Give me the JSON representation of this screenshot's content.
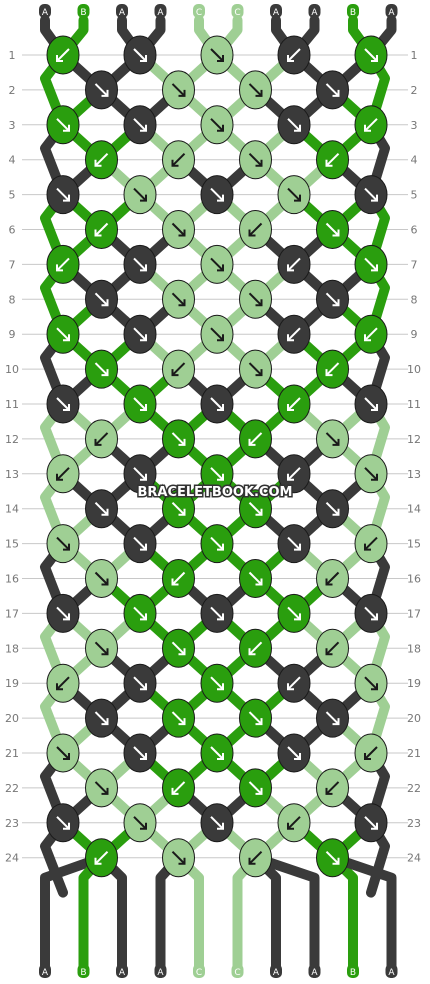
{
  "watermark": "BRACELETBOOK.COM",
  "strings": {
    "top": [
      "A",
      "B",
      "A",
      "A",
      "C",
      "C",
      "A",
      "A",
      "B",
      "A"
    ],
    "bottom": [
      "A",
      "B",
      "A",
      "A",
      "C",
      "C",
      "A",
      "A",
      "B",
      "A"
    ]
  },
  "row_labels": [
    "1",
    "2",
    "3",
    "4",
    "5",
    "6",
    "7",
    "8",
    "9",
    "10",
    "11",
    "12",
    "13",
    "14",
    "15",
    "16",
    "17",
    "18",
    "19",
    "20",
    "21",
    "22",
    "23",
    "24"
  ],
  "colors": {
    "A": "#3a3a3a",
    "B": "#2a9e0e",
    "C": "#9fcf94",
    "grid": "#c8c8c8",
    "label": "#777777",
    "watermark_text": "#ffffff",
    "watermark_outline": "#333333"
  },
  "knots": [
    [
      [
        "B",
        "dl"
      ],
      [
        "A",
        "dr"
      ],
      [
        "C",
        "dr"
      ],
      [
        "A",
        "dl"
      ],
      [
        "B",
        "dr"
      ]
    ],
    [
      [
        "A",
        "dr"
      ],
      [
        "C",
        "dr"
      ],
      [
        "C",
        "dr"
      ],
      [
        "A",
        "dr"
      ]
    ],
    [
      [
        "B",
        "dr"
      ],
      [
        "A",
        "dr"
      ],
      [
        "C",
        "dr"
      ],
      [
        "A",
        "dr"
      ],
      [
        "B",
        "dl"
      ]
    ],
    [
      [
        "B",
        "dl"
      ],
      [
        "C",
        "dl"
      ],
      [
        "C",
        "dr"
      ],
      [
        "B",
        "dl"
      ]
    ],
    [
      [
        "A",
        "dr"
      ],
      [
        "C",
        "dr"
      ],
      [
        "A",
        "dr"
      ],
      [
        "C",
        "dr"
      ],
      [
        "A",
        "dr"
      ]
    ],
    [
      [
        "B",
        "dl"
      ],
      [
        "C",
        "dr"
      ],
      [
        "C",
        "dl"
      ],
      [
        "B",
        "dr"
      ]
    ],
    [
      [
        "B",
        "dl"
      ],
      [
        "A",
        "dr"
      ],
      [
        "C",
        "dr"
      ],
      [
        "A",
        "dl"
      ],
      [
        "B",
        "dr"
      ]
    ],
    [
      [
        "A",
        "dr"
      ],
      [
        "C",
        "dr"
      ],
      [
        "C",
        "dr"
      ],
      [
        "A",
        "dr"
      ]
    ],
    [
      [
        "B",
        "dr"
      ],
      [
        "A",
        "dr"
      ],
      [
        "C",
        "dr"
      ],
      [
        "A",
        "dl"
      ],
      [
        "B",
        "dl"
      ]
    ],
    [
      [
        "B",
        "dr"
      ],
      [
        "C",
        "dl"
      ],
      [
        "C",
        "dr"
      ],
      [
        "B",
        "dl"
      ]
    ],
    [
      [
        "A",
        "dr"
      ],
      [
        "B",
        "dr"
      ],
      [
        "A",
        "dr"
      ],
      [
        "B",
        "dl"
      ],
      [
        "A",
        "dr"
      ]
    ],
    [
      [
        "C",
        "dl"
      ],
      [
        "B",
        "dr"
      ],
      [
        "B",
        "dl"
      ],
      [
        "C",
        "dr"
      ]
    ],
    [
      [
        "C",
        "dl"
      ],
      [
        "A",
        "dr"
      ],
      [
        "B",
        "dr"
      ],
      [
        "A",
        "dl"
      ],
      [
        "C",
        "dr"
      ]
    ],
    [
      [
        "A",
        "dr"
      ],
      [
        "B",
        "dr"
      ],
      [
        "B",
        "dr"
      ],
      [
        "A",
        "dr"
      ]
    ],
    [
      [
        "C",
        "dr"
      ],
      [
        "A",
        "dr"
      ],
      [
        "B",
        "dr"
      ],
      [
        "A",
        "dr"
      ],
      [
        "C",
        "dl"
      ]
    ],
    [
      [
        "C",
        "dr"
      ],
      [
        "B",
        "dl"
      ],
      [
        "B",
        "dr"
      ],
      [
        "C",
        "dl"
      ]
    ],
    [
      [
        "A",
        "dr"
      ],
      [
        "B",
        "dr"
      ],
      [
        "A",
        "dr"
      ],
      [
        "B",
        "dr"
      ],
      [
        "A",
        "dr"
      ]
    ],
    [
      [
        "C",
        "dr"
      ],
      [
        "B",
        "dr"
      ],
      [
        "B",
        "dl"
      ],
      [
        "C",
        "dl"
      ]
    ],
    [
      [
        "C",
        "dl"
      ],
      [
        "A",
        "dr"
      ],
      [
        "B",
        "dr"
      ],
      [
        "A",
        "dl"
      ],
      [
        "C",
        "dr"
      ]
    ],
    [
      [
        "A",
        "dr"
      ],
      [
        "B",
        "dr"
      ],
      [
        "B",
        "dr"
      ],
      [
        "A",
        "dr"
      ]
    ],
    [
      [
        "C",
        "dr"
      ],
      [
        "A",
        "dr"
      ],
      [
        "B",
        "dr"
      ],
      [
        "A",
        "dr"
      ],
      [
        "C",
        "dl"
      ]
    ],
    [
      [
        "C",
        "dr"
      ],
      [
        "B",
        "dl"
      ],
      [
        "B",
        "dr"
      ],
      [
        "C",
        "dl"
      ]
    ],
    [
      [
        "A",
        "dr"
      ],
      [
        "C",
        "dr"
      ],
      [
        "A",
        "dr"
      ],
      [
        "C",
        "dl"
      ],
      [
        "A",
        "dr"
      ]
    ],
    [
      [
        "B",
        "dl"
      ],
      [
        "C",
        "dr"
      ],
      [
        "C",
        "dl"
      ],
      [
        "B",
        "dr"
      ]
    ]
  ]
}
